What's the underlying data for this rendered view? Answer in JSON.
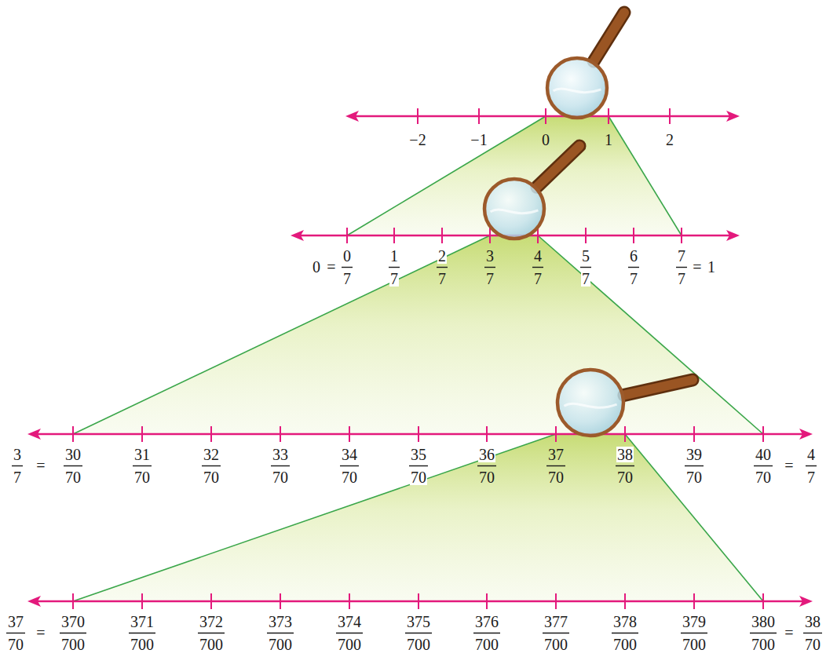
{
  "diagram": {
    "labels": [
      "−2",
      "−1",
      "0",
      "1",
      "2",
      "0",
      "=",
      "0",
      "7",
      "1",
      "7",
      "2",
      "7",
      "3",
      "7",
      "4",
      "7",
      "5",
      "7",
      "6",
      "7",
      "7",
      "7",
      "=",
      "1",
      "3",
      "7",
      "=",
      "30",
      "70",
      "31",
      "70",
      "32",
      "70",
      "33",
      "70",
      "34",
      "70",
      "35",
      "70",
      "36",
      "70",
      "37",
      "70",
      "38",
      "70",
      "39",
      "70",
      "40",
      "70",
      "=",
      "4",
      "7",
      "37",
      "70",
      "=",
      "370",
      "700",
      "371",
      "700",
      "372",
      "700",
      "373",
      "700",
      "374",
      "700",
      "375",
      "700",
      "376",
      "700",
      "377",
      "700",
      "378",
      "700",
      "379",
      "700",
      "380",
      "700",
      "=",
      "38",
      "70"
    ]
  }
}
